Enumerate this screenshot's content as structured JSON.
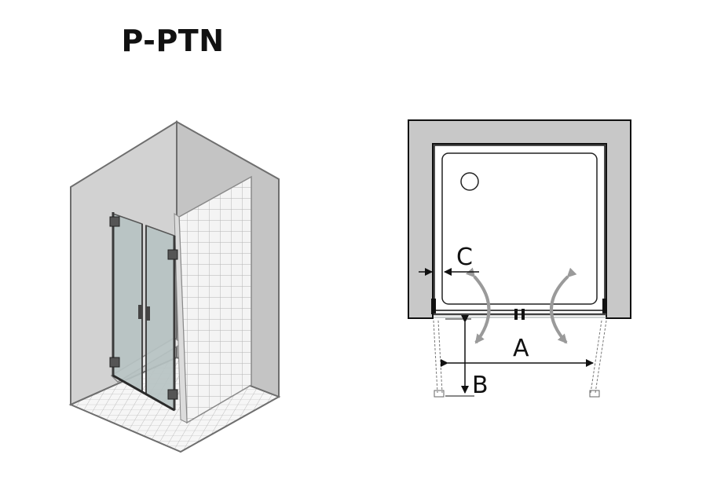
{
  "title": "P-PTN",
  "plan": {
    "label_a": "A",
    "label_b": "B",
    "label_c": "C"
  }
}
